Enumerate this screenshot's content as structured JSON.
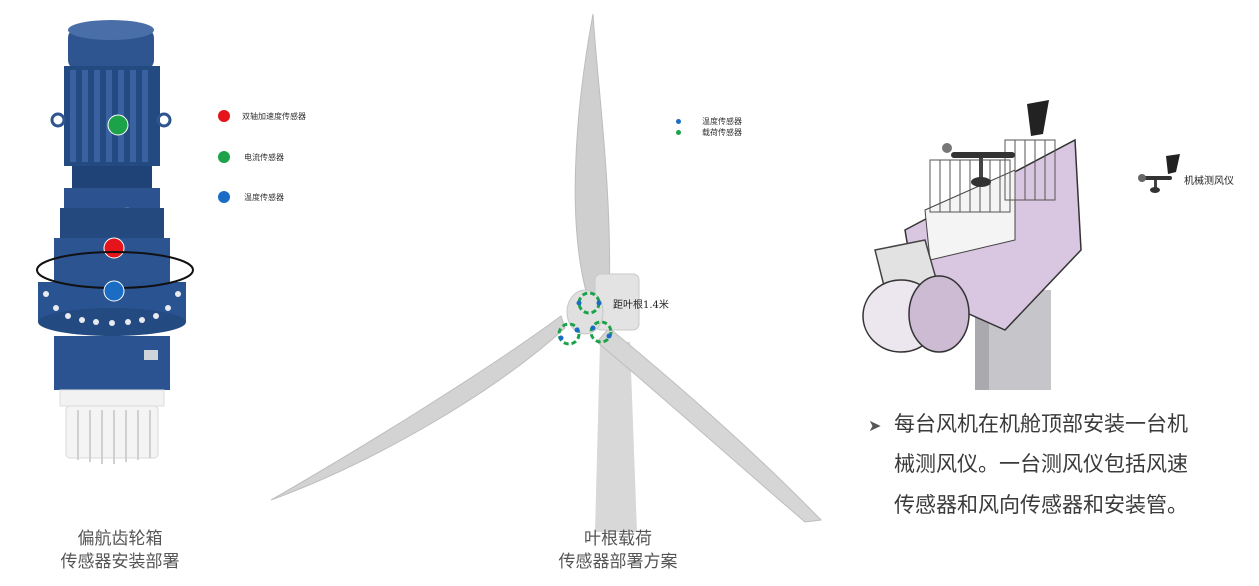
{
  "gearbox": {
    "legend": [
      {
        "label": "双轴加速度传感器",
        "color": "#e5141a"
      },
      {
        "label": "电流传感器",
        "color": "#1ca34a"
      },
      {
        "label": "温度传感器",
        "color": "#1a6cc4"
      }
    ],
    "caption_line1": "偏航齿轮箱",
    "caption_line2": "传感器安装部署"
  },
  "blade": {
    "legend": [
      {
        "label": "温度传感器",
        "color": "#1a6cc4"
      },
      {
        "label": "载荷传感器",
        "color": "#1ca34a"
      }
    ],
    "distance_label": "距叶根1.4米",
    "caption_line1": "叶根载荷",
    "caption_line2": "传感器部署方案"
  },
  "nacelle": {
    "instrument_label": "机械测风仪",
    "bullet_lines": [
      "每台风机在机舱顶部安装一台机",
      "械测风仪。一台测风仪包括风速",
      "传感器和风向传感器和安装管。"
    ]
  }
}
